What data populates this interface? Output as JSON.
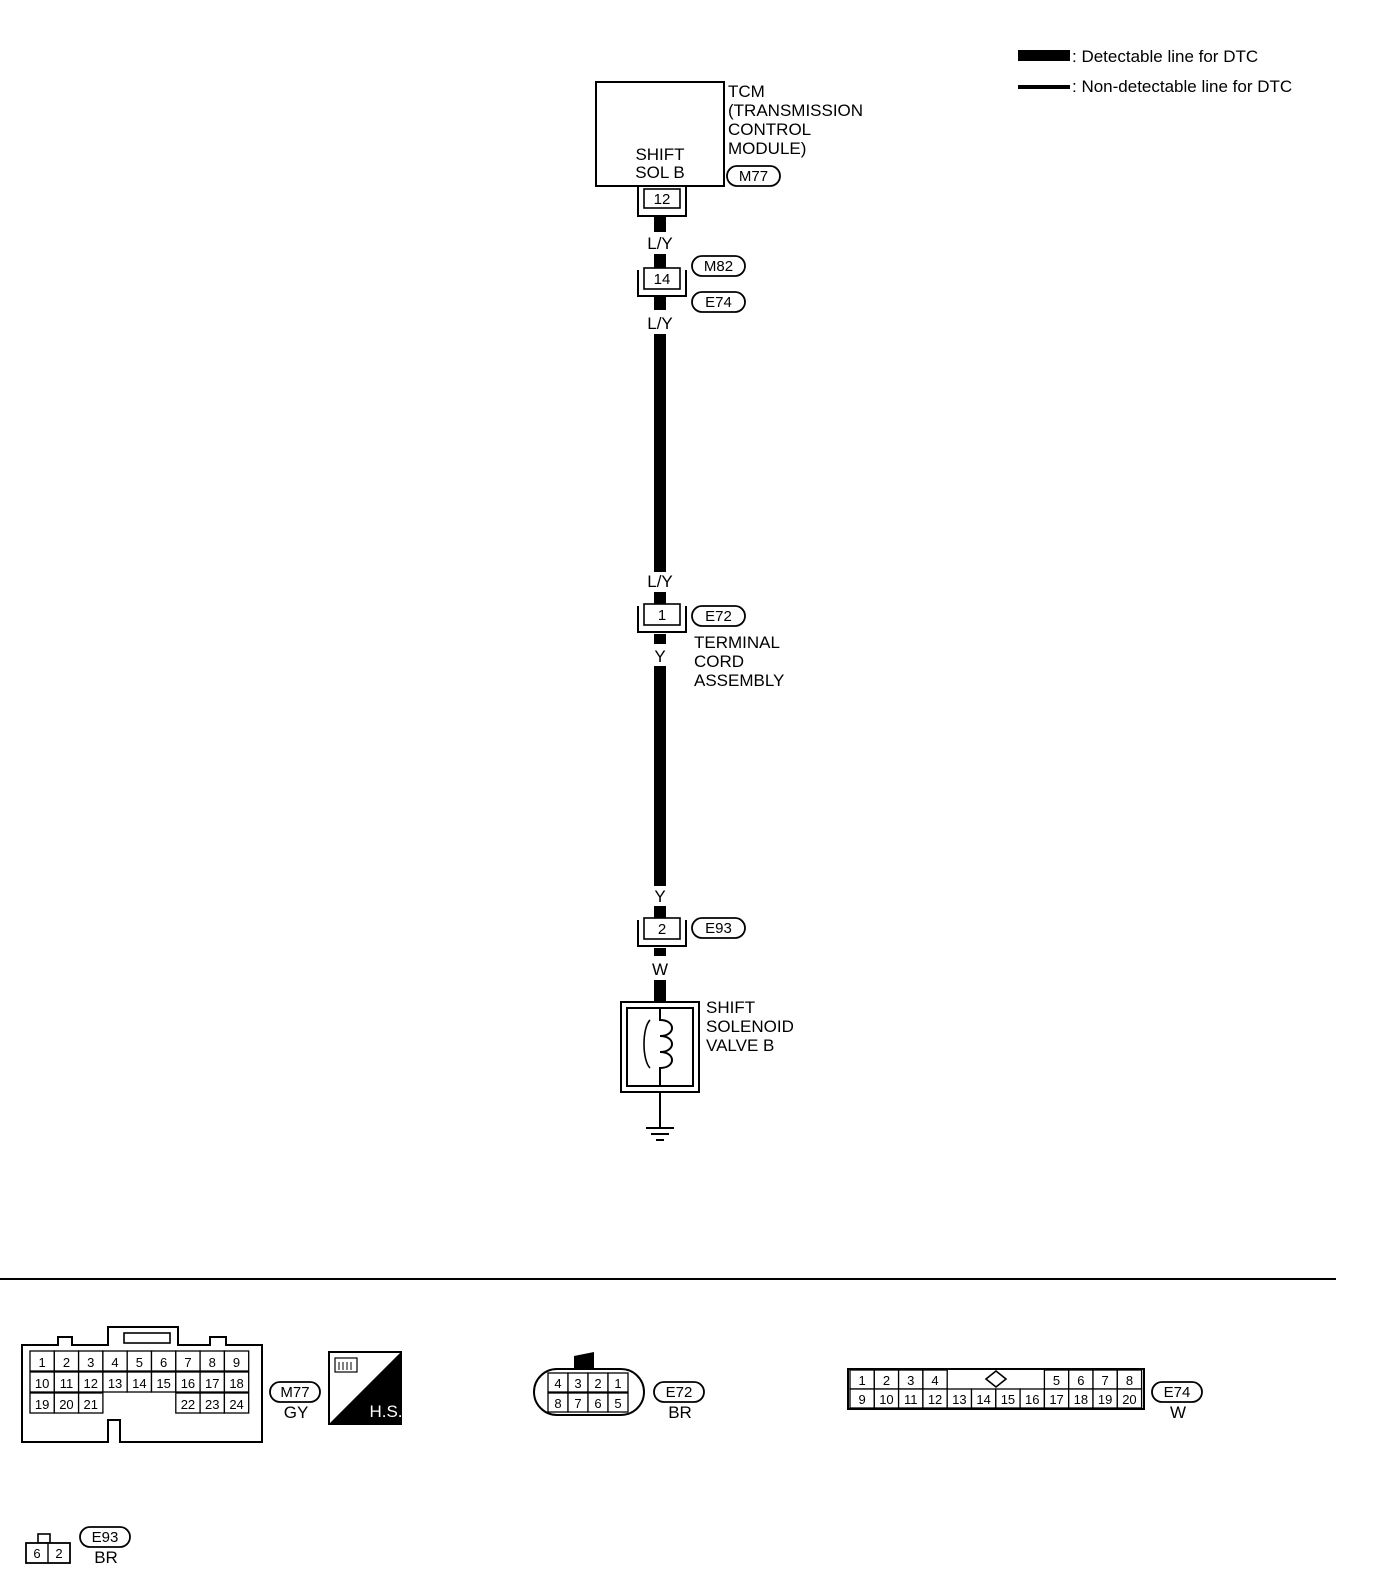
{
  "legend": {
    "detectable": ": Detectable line for DTC",
    "non_detectable": ": Non-detectable line for DTC"
  },
  "tcm": {
    "name_lines": [
      "TCM",
      "(TRANSMISSION",
      "CONTROL",
      "MODULE)"
    ],
    "terminal_lines": [
      "SHIFT",
      "SOL B"
    ],
    "terminal": "12",
    "connector": "M77"
  },
  "wires": {
    "w1": "L/Y",
    "w2": "L/Y",
    "w3": "L/Y",
    "w4": "Y",
    "w5": "Y",
    "w6": "W"
  },
  "joint_m82_e74": {
    "pin": "14",
    "upper": "M82",
    "lower": "E74"
  },
  "terminal_cord": {
    "pin": "1",
    "connector": "E72",
    "name_lines": [
      "TERMINAL",
      "CORD",
      "ASSEMBLY"
    ]
  },
  "e93_joint": {
    "pin": "2",
    "connector": "E93"
  },
  "solenoid": {
    "name_lines": [
      "SHIFT",
      "SOLENOID",
      "VALVE B"
    ]
  },
  "connector_views": {
    "m77": {
      "id": "M77",
      "color": "GY",
      "badge": "H.S.",
      "rows": [
        [
          "1",
          "2",
          "3",
          "4",
          "5",
          "6",
          "7",
          "8",
          "9"
        ],
        [
          "10",
          "11",
          "12",
          "13",
          "14",
          "15",
          "16",
          "17",
          "18"
        ],
        [
          "19",
          "20",
          "21",
          "22",
          "23",
          "24"
        ]
      ]
    },
    "e72": {
      "id": "E72",
      "color": "BR",
      "rows": [
        [
          "4",
          "3",
          "2",
          "1"
        ],
        [
          "8",
          "7",
          "6",
          "5"
        ]
      ]
    },
    "e74": {
      "id": "E74",
      "color": "W",
      "rows": [
        [
          "1",
          "2",
          "3",
          "4",
          "5",
          "6",
          "7",
          "8"
        ],
        [
          "9",
          "10",
          "11",
          "12",
          "13",
          "14",
          "15",
          "16",
          "17",
          "18",
          "19",
          "20"
        ]
      ]
    },
    "e93": {
      "id": "E93",
      "color": "BR",
      "pins": [
        "6",
        "2"
      ]
    }
  }
}
